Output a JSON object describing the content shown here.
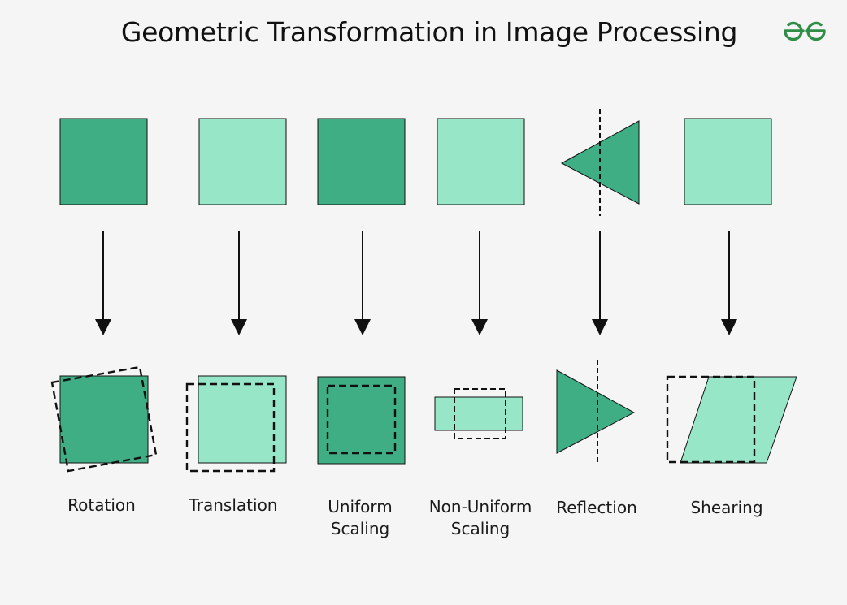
{
  "title": "Geometric Transformation in Image Processing",
  "logo": {
    "icon": "geeksforgeeks-logo-icon",
    "color": "#2f8d46"
  },
  "colors": {
    "dark_green": "#3fae84",
    "light_green": "#98e6c8",
    "stroke": "#111111",
    "background": "#f5f5f5"
  },
  "transformations": [
    {
      "name": "Rotation",
      "label": "Rotation"
    },
    {
      "name": "Translation",
      "label": "Translation"
    },
    {
      "name": "Uniform Scaling",
      "label": "Uniform\nScaling"
    },
    {
      "name": "Non-Uniform Scaling",
      "label": "Non-Uniform\nScaling"
    },
    {
      "name": "Reflection",
      "label": "Reflection"
    },
    {
      "name": "Shearing",
      "label": "Shearing"
    }
  ]
}
